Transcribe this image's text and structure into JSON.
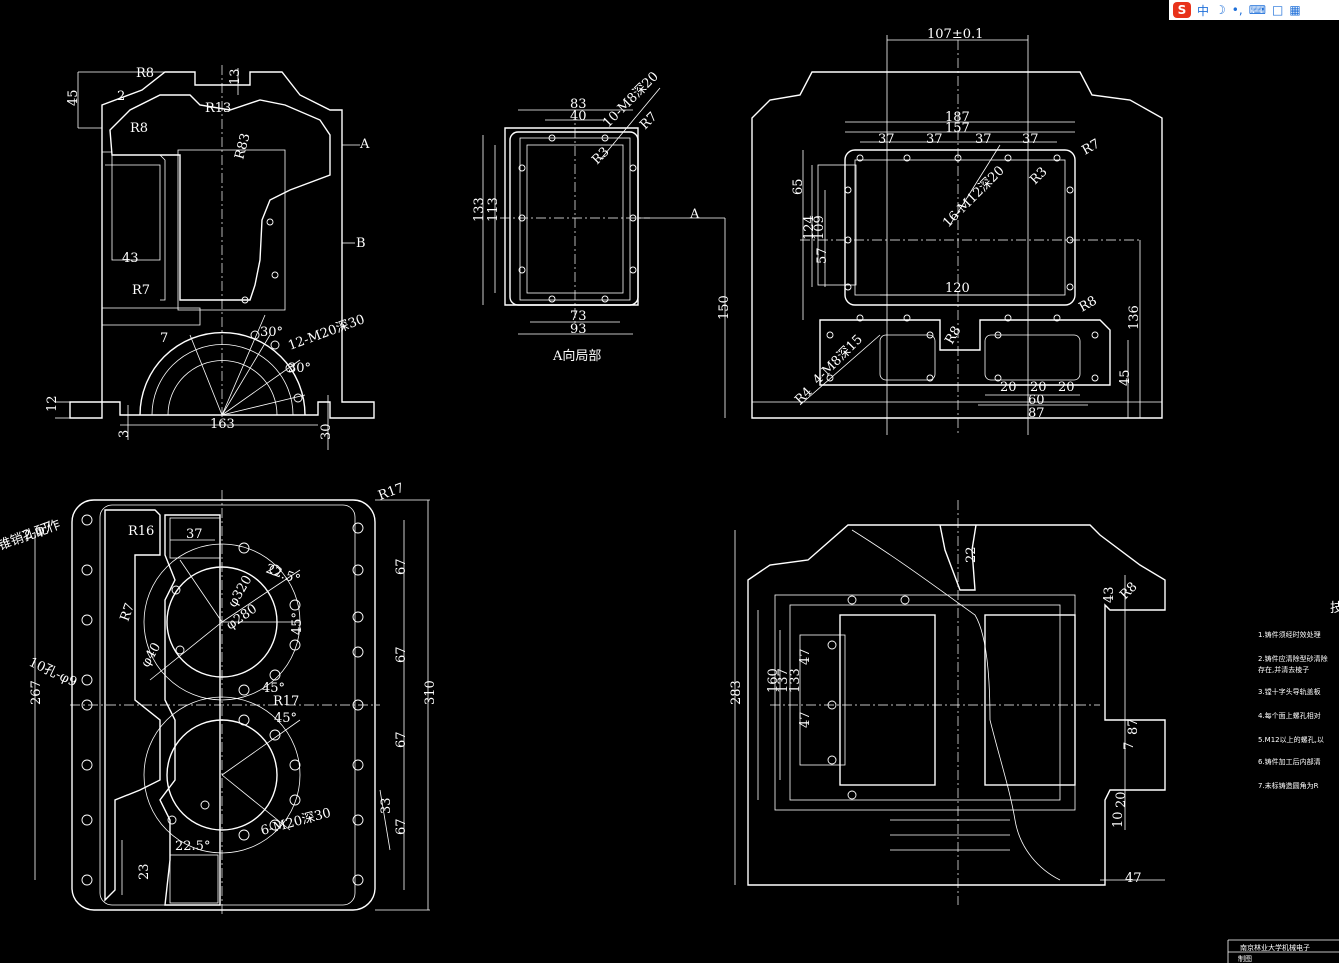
{
  "ime_toolbar": {
    "logo": "S",
    "mode": "中",
    "icons": [
      "moon-icon",
      "punctuation-icon",
      "keyboard-icon",
      "shirt-icon",
      "grid-icon"
    ]
  },
  "view_label": "A向局部",
  "arrow_labels": [
    "A",
    "B",
    "A"
  ],
  "top_left_dims": [
    "R8",
    "45",
    "2",
    "13",
    "R13",
    "R8",
    "R83",
    "43",
    "R7",
    "7",
    "30°",
    "12-M20深30",
    "30°",
    "12",
    "163",
    "3",
    "30"
  ],
  "a_view_dims": [
    "83",
    "40",
    "10-M8深20",
    "R7",
    "R3",
    "133",
    "113",
    "73",
    "93"
  ],
  "top_right_dims": [
    "107±0.1",
    "187",
    "157",
    "37",
    "37",
    "37",
    "37",
    "R7",
    "R3",
    "16-M12深20",
    "65",
    "124",
    "109",
    "57",
    "120",
    "150",
    "R8",
    "136",
    "R8",
    "R4",
    "4-M8深15",
    "20",
    "20",
    "20",
    "45",
    "60",
    "87"
  ],
  "bottom_left_dims": [
    "R17",
    "2-φ7",
    "锥销孔配作",
    "R16",
    "37",
    "R7",
    "10孔-φ9",
    "22.5°",
    "φ280",
    "φ320",
    "45°",
    "R17",
    "45°",
    "45°",
    "φ40",
    "267",
    "310",
    "67",
    "67",
    "67",
    "67",
    "33",
    "22.5°",
    "6-M20深30",
    "23"
  ],
  "bottom_right_dims": [
    "283",
    "160",
    "137",
    "133",
    "47",
    "47",
    "43",
    "R8",
    "87",
    "7",
    "20",
    "10",
    "47",
    "22"
  ],
  "tech_requirements": {
    "title": "技",
    "items": [
      "1.铸件须经时效处理",
      "2.铸件应清除型砂清除",
      "  存在,并清去棱子",
      "3.镗十字头导轨盖板",
      "4.每个面上螺孔相对",
      "5.M12以上的螺孔,以",
      "6.铸件加工后内部清",
      "7.未标铸造圆角为R"
    ]
  },
  "title_block": {
    "school": "南京林业大学机械电子",
    "row2": "制图"
  },
  "colors": {
    "background": "#000000",
    "lines": "#ffffff"
  }
}
